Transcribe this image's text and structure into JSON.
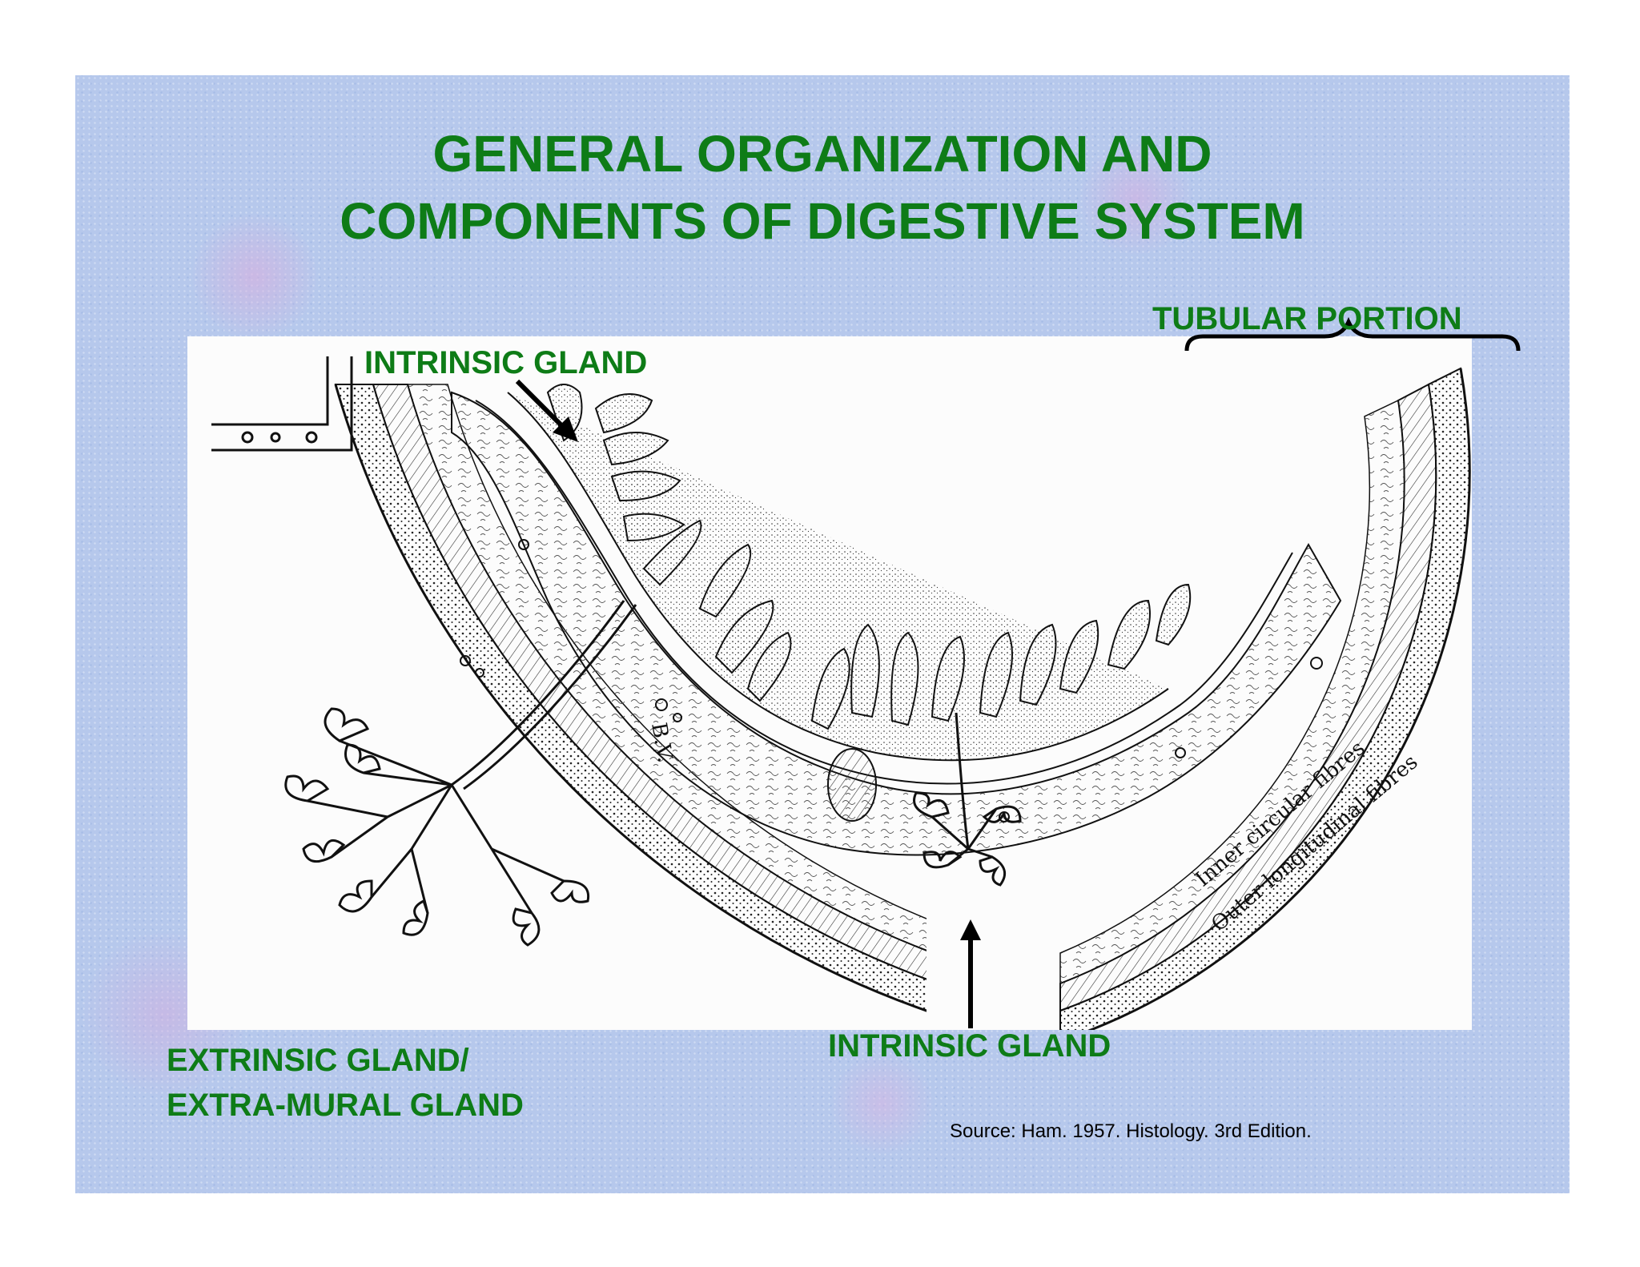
{
  "title": {
    "line1": "GENERAL ORGANIZATION AND",
    "line2": "COMPONENTS OF DIGESTIVE SYSTEM"
  },
  "labels": {
    "tubular_portion": "TUBULAR PORTION",
    "intrinsic_gland_top": "INTRINSIC GLAND",
    "intrinsic_gland_bottom": "INTRINSIC GLAND",
    "extrinsic_line1": "EXTRINSIC GLAND/",
    "extrinsic_line2": "EXTRA-MURAL GLAND"
  },
  "drawing_text": {
    "bv": "B.V.",
    "inner": "Inner circular fibres",
    "outer": "Outer longitudinal fibres"
  },
  "source": "Source:  Ham.  1957.  Histology.  3rd Edition.",
  "colors": {
    "label_green": "#0e7c17",
    "background": "#b6c8ec"
  }
}
